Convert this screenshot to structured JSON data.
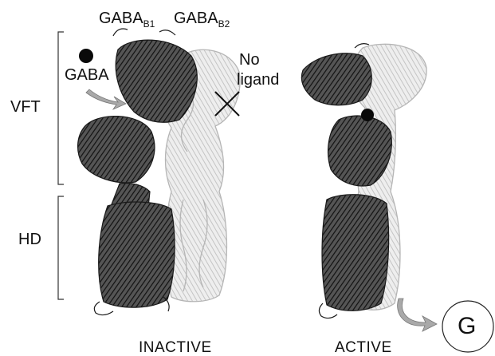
{
  "labels": {
    "gaba_b1": {
      "main": "GABA",
      "sub": "B1"
    },
    "gaba_b2": {
      "main": "GABA",
      "sub": "B2"
    },
    "gaba": "GABA",
    "no_ligand_1": "No",
    "no_ligand_2": "ligand",
    "vft": "VFT",
    "hd": "HD",
    "inactive": "INACTIVE",
    "active": "ACTIVE",
    "g_protein": "G"
  },
  "colors": {
    "dark_protein": "#2b2b2b",
    "light_protein": "#c9c9c9",
    "arrow": "#a9a9a9",
    "text": "#111111"
  }
}
